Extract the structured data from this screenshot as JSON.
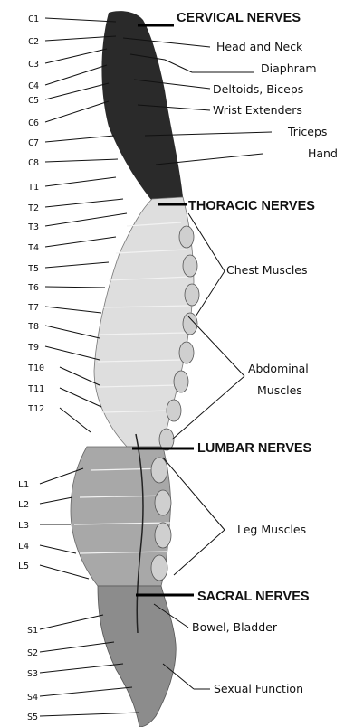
{
  "levels": {
    "cervical": [
      "C1",
      "C2",
      "C3",
      "C4",
      "C5",
      "C6",
      "C7",
      "C8"
    ],
    "thoracic": [
      "T1",
      "T2",
      "T3",
      "T4",
      "T5",
      "T6",
      "T7",
      "T8",
      "T9",
      "T10",
      "T11",
      "T12"
    ],
    "lumbar": [
      "L1",
      "L2",
      "L3",
      "L4",
      "L5"
    ],
    "sacral": [
      "S1",
      "S2",
      "S3",
      "S4",
      "S5"
    ]
  },
  "sections": {
    "cervical": "CERVICAL NERVES",
    "thoracic": "THORACIC NERVES",
    "lumbar": "LUMBAR NERVES",
    "sacral": "SACRAL NERVES"
  },
  "functions": {
    "head_neck": "Head and Neck",
    "diaphram": "Diaphram",
    "deltoids_biceps": "Deltoids, Biceps",
    "wrist_extenders": "Wrist Extenders",
    "triceps": "Triceps",
    "hand": "Hand",
    "chest_muscles": "Chest Muscles",
    "abdominal_1": "Abdominal",
    "abdominal_2": "Muscles",
    "leg_muscles": "Leg Muscles",
    "bowel_bladder": "Bowel,  Bladder",
    "sexual_function": "Sexual Function"
  },
  "colors": {
    "cervical_bone": "#2a2a2a",
    "thoracic_bone": "#d9d9d9",
    "lumbar_bone": "#a8a8a8",
    "sacral_bone": "#8c8c8c",
    "line": "#111111"
  }
}
